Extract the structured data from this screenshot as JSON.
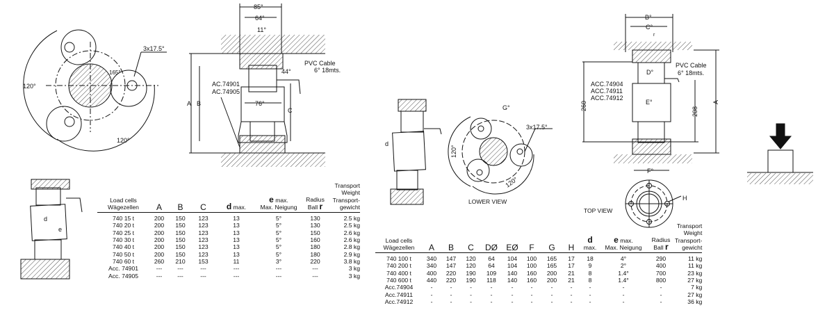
{
  "drawing1": {
    "labels": {
      "angle_a": "120°",
      "angle_b": "120°",
      "pitch": "165°",
      "holes": "3x17.5°",
      "d85": "85°",
      "d64": "64°",
      "d11": "11°",
      "d44": "44°",
      "d76": "76°",
      "A": "A",
      "B": "B",
      "C": "C",
      "cable1": "PVC Cable",
      "cable2": "6° 18mts.",
      "acc1": "AC.74901",
      "acc2": "AC.74905",
      "d": "d",
      "e": "e"
    }
  },
  "drawing2": {
    "labels": {
      "G": "G°",
      "holes": "3x17.5°",
      "angle_a": "120°",
      "angle_b": "120°",
      "lower_view": "LOWER VIEW",
      "d": "d",
      "B": "B°",
      "C": "C°",
      "D": "D°",
      "E": "E°",
      "F": "F°",
      "H": "H",
      "r": "r",
      "A": "A",
      "h260": "260",
      "h208": "208",
      "cable1": "PVC Cable",
      "cable2": "6° 18mts.",
      "acc1": "ACC.74904",
      "acc2": "ACC.74911",
      "acc3": "ACC.74912",
      "top_view": "TOP VIEW"
    }
  },
  "table1": {
    "headers": {
      "name1": "Load cells",
      "name2": "Wägezellen",
      "A": "A",
      "B": "B",
      "C": "C",
      "d": "d",
      "d_sub": "max.",
      "e": "e",
      "e_sub1": "max.",
      "e_sub2": "Max. Neigung",
      "r1": "Radius",
      "r2": "Ball",
      "r": "r",
      "w1": "Transport",
      "w2": "Weight",
      "w3": "Transport-",
      "w4": "gewicht"
    },
    "rows": [
      [
        "740 15 t",
        "200",
        "150",
        "123",
        "13",
        "5°",
        "130",
        "2.5 kg"
      ],
      [
        "740 20 t",
        "200",
        "150",
        "123",
        "13",
        "5°",
        "130",
        "2.5 kg"
      ],
      [
        "740 25 t",
        "200",
        "150",
        "123",
        "13",
        "5°",
        "150",
        "2.6 kg"
      ],
      [
        "740 30 t",
        "200",
        "150",
        "123",
        "13",
        "5°",
        "160",
        "2.6 kg"
      ],
      [
        "740 40 t",
        "200",
        "150",
        "123",
        "13",
        "5°",
        "180",
        "2.8 kg"
      ],
      [
        "740 50 t",
        "200",
        "150",
        "123",
        "13",
        "5°",
        "180",
        "2.9 kg"
      ],
      [
        "740 60 t",
        "260",
        "210",
        "153",
        "11",
        "3°",
        "220",
        "3.8 kg"
      ],
      [
        "Acc. 74901",
        "---",
        "---",
        "---",
        "---",
        "---",
        "---",
        "3 kg"
      ],
      [
        "Acc. 74905",
        "---",
        "---",
        "---",
        "---",
        "---",
        "---",
        "3 kg"
      ]
    ]
  },
  "table2": {
    "headers": {
      "name1": "Load cells",
      "name2": "Wägezellen",
      "A": "A",
      "B": "B",
      "C": "C",
      "D": "DØ",
      "E": "EØ",
      "F": "F",
      "G": "G",
      "H": "H",
      "d": "d",
      "d_sub": "max.",
      "e": "e",
      "e_sub1": "max.",
      "e_sub2": "Max. Neigung",
      "r1": "Radius",
      "r2": "Ball",
      "r": "r",
      "w1": "Transport",
      "w2": "Weight",
      "w3": "Transport-",
      "w4": "gewicht"
    },
    "rows": [
      [
        "740 100 t",
        "340",
        "147",
        "120",
        "64",
        "104",
        "100",
        "165",
        "17",
        "18",
        "4°",
        "290",
        "11 kg"
      ],
      [
        "740 200 t",
        "340",
        "147",
        "120",
        "64",
        "104",
        "100",
        "165",
        "17",
        "9",
        "2°",
        "400",
        "11 kg"
      ],
      [
        "740 400 t",
        "400",
        "220",
        "190",
        "109",
        "140",
        "160",
        "200",
        "21",
        "8",
        "1.4°",
        "700",
        "23 kg"
      ],
      [
        "740 600 t",
        "440",
        "220",
        "190",
        "118",
        "140",
        "160",
        "200",
        "21",
        "8",
        "1.4°",
        "800",
        "27 kg"
      ],
      [
        "Acc.74904",
        "-",
        "-",
        "-",
        "-",
        "-",
        "-",
        "-",
        "-",
        "-",
        "-",
        "-",
        "7 kg"
      ],
      [
        "Acc.74911",
        "-",
        "-",
        "-",
        "-",
        "-",
        "-",
        "-",
        "-",
        "-",
        "-",
        "-",
        "27 kg"
      ],
      [
        "Acc.74912",
        "-",
        "-",
        "-",
        "-",
        "-",
        "-",
        "-",
        "-",
        "-",
        "-",
        "-",
        "36 kg"
      ]
    ]
  }
}
